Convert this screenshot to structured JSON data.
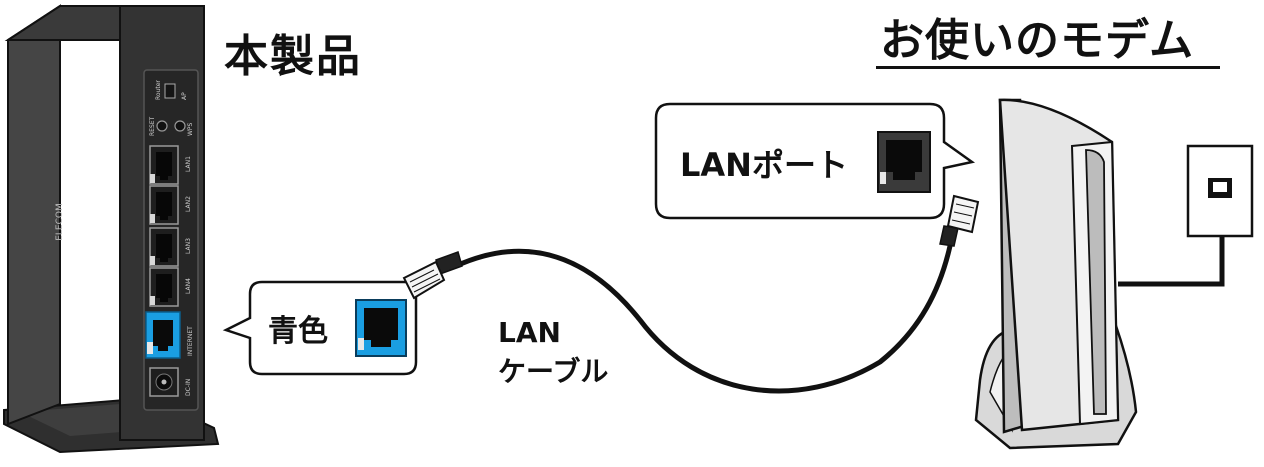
{
  "router": {
    "title": "本製品",
    "brand": "ELECOM",
    "ports": [
      "LAN1",
      "LAN2",
      "LAN3",
      "LAN4",
      "INTERNET",
      "DC-IN"
    ],
    "switch_labels": [
      "Router",
      "AP"
    ],
    "button_labels": [
      "RESET",
      "WPS"
    ],
    "internet_port_color": "#1a9ee2"
  },
  "modem": {
    "title": "お使いのモデム"
  },
  "callouts": {
    "blue_port": "青色",
    "lan_port": "LANポート"
  },
  "cable": {
    "line1": "LAN",
    "line2": "ケーブル"
  }
}
